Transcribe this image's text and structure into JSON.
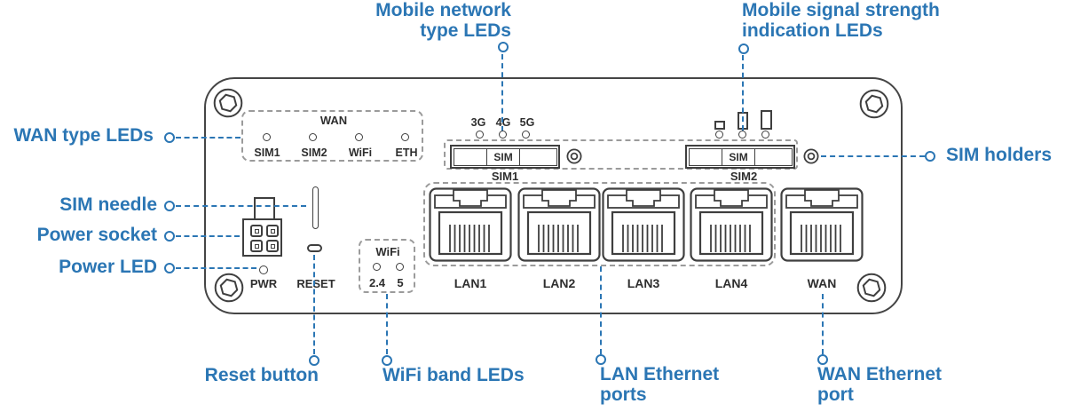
{
  "colors": {
    "accent_blue": "#2b76b4",
    "device_outline": "#454545",
    "part_outline": "#3f3f3f",
    "dashed_group_box": "#9b9b9b",
    "device_text": "#2e2e2e"
  },
  "callouts": {
    "wan_type_leds": {
      "text": "WAN type LEDs"
    },
    "sim_needle": {
      "text": "SIM needle"
    },
    "power_socket": {
      "text": "Power socket"
    },
    "power_led": {
      "text": "Power LED"
    },
    "mobile_network_type_leds": {
      "line1": "Mobile network",
      "line2": "type LEDs"
    },
    "mobile_signal_strength_leds": {
      "line1": "Mobile signal strength",
      "line2": "indication LEDs"
    },
    "sim_holders": {
      "text": "SIM holders"
    },
    "reset_button": {
      "text": "Reset button"
    },
    "wifi_band_leds": {
      "text": "WiFi band LEDs"
    },
    "lan_ethernet_ports": {
      "line1": "LAN Ethernet",
      "line2": "ports"
    },
    "wan_ethernet_port": {
      "line1": "WAN Ethernet",
      "line2": "port"
    }
  },
  "device": {
    "wan_led_group": {
      "title": "WAN",
      "leds": [
        "SIM1",
        "SIM2",
        "WiFi",
        "ETH"
      ]
    },
    "network_type_leds": [
      "3G",
      "4G",
      "5G"
    ],
    "sim_slot_1": {
      "tray_label": "SIM",
      "name": "SIM1"
    },
    "sim_slot_2": {
      "tray_label": "SIM",
      "name": "SIM2"
    },
    "power_led_label": "PWR",
    "reset_label": "RESET",
    "wifi_led_group": {
      "title": "WiFi",
      "bands": [
        "2.4",
        "5"
      ]
    },
    "port_labels": [
      "LAN1",
      "LAN2",
      "LAN3",
      "LAN4",
      "WAN"
    ]
  }
}
